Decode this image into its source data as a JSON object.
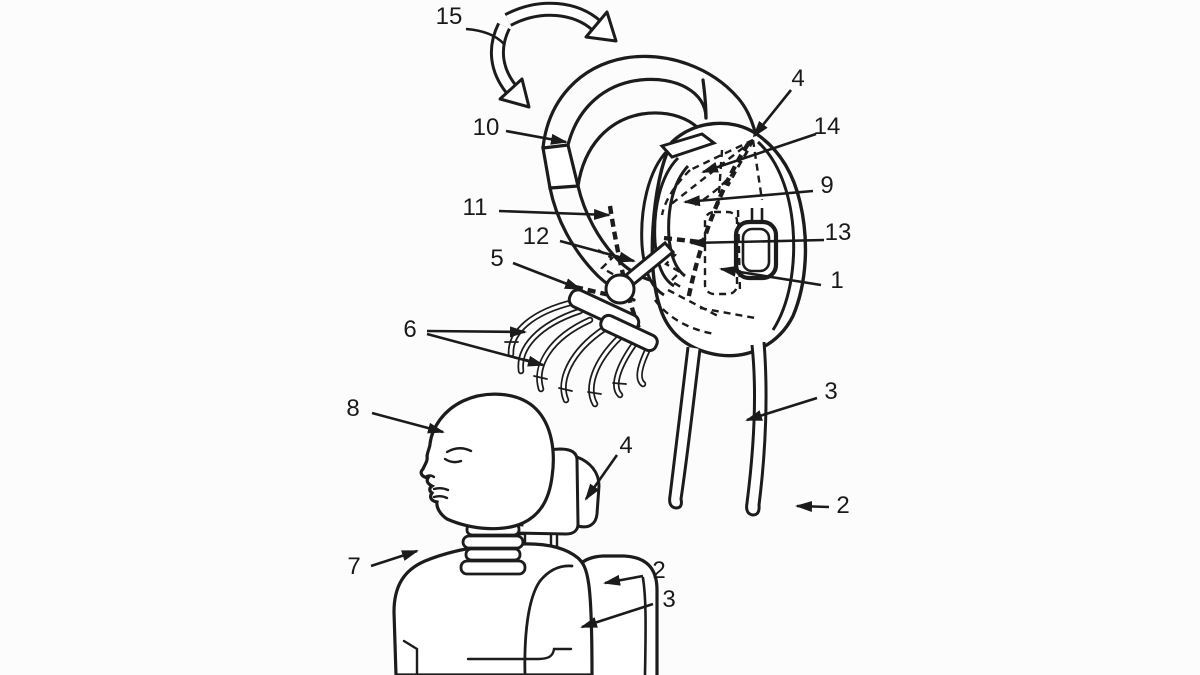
{
  "figure": {
    "colors": {
      "line": "#1c1c1c",
      "background": "#fcfcfc",
      "shape_fill": "#ffffff",
      "label_text": "#1a1a1a"
    },
    "labels": {
      "n15": "15",
      "n10": "10",
      "n11": "11",
      "n12": "12",
      "n5": "5",
      "n6": "6",
      "n8": "8",
      "n7": "7",
      "n4_top": "4",
      "n14": "14",
      "n9": "9",
      "n13": "13",
      "n1": "1",
      "n3_right": "3",
      "n2_right": "2",
      "n4_mid": "4",
      "n2_bottom": "2",
      "n3_bottom": "3"
    }
  }
}
